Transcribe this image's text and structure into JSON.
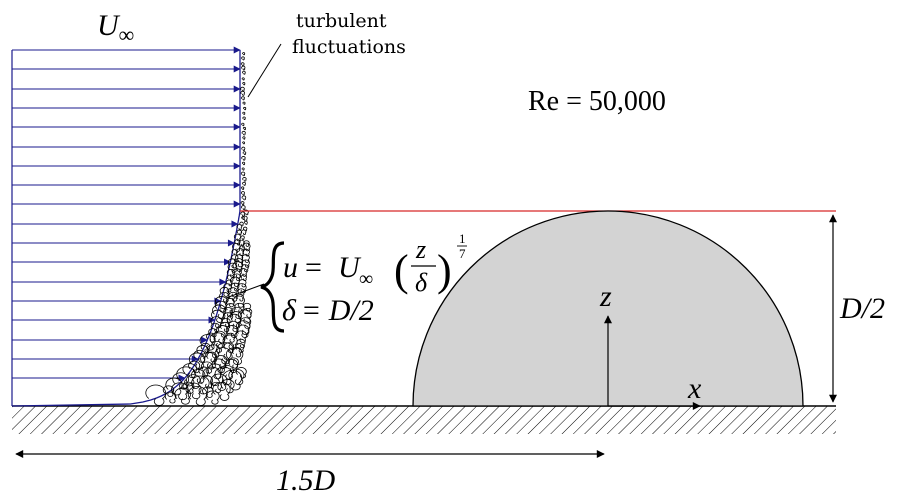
{
  "free_stream_label": "U",
  "free_stream_subscript": "∞",
  "turbulence_label_line1": "turbulent",
  "turbulence_label_line2": "fluctuations",
  "reynolds_text": "Re = 50,000",
  "equation": {
    "u_lhs": "u",
    "equals": "=",
    "u_rhs_symbol": "U",
    "u_rhs_subscript": "∞",
    "frac_num": "z",
    "frac_den": "δ",
    "exponent_num": "1",
    "exponent_den": "7",
    "delta_lhs": "δ",
    "delta_rhs": "= D/2"
  },
  "axis_z_label": "z",
  "axis_x_label": "x",
  "height_label": "D/2",
  "length_label": "1.5D",
  "colors": {
    "arrows": "#1a1a8c",
    "top_line": "#d62728",
    "dome_fill": "#d3d3d3",
    "ink": "#000000"
  }
}
